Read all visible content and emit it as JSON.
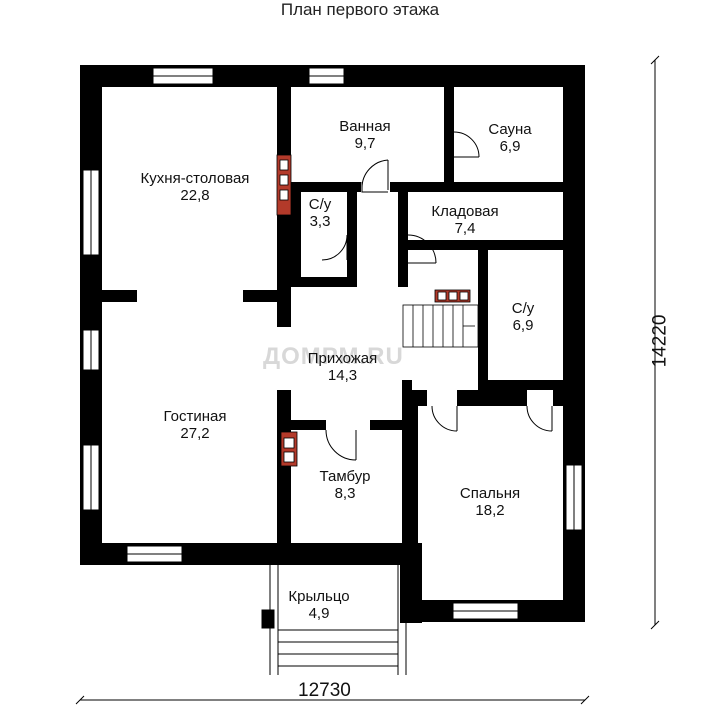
{
  "title": "План первого этажа",
  "rooms": {
    "kitchen": {
      "name": "Кухня-столовая",
      "area": "22,8"
    },
    "bathroom": {
      "name": "Ванная",
      "area": "9,7"
    },
    "sauna": {
      "name": "Сауна",
      "area": "6,9"
    },
    "wc_small": {
      "name": "С/у",
      "area": "3,3"
    },
    "storage": {
      "name": "Кладовая",
      "area": "7,4"
    },
    "wc_right": {
      "name": "С/у",
      "area": "6,9"
    },
    "hall": {
      "name": "Прихожая",
      "area": "14,3"
    },
    "living": {
      "name": "Гостиная",
      "area": "27,2"
    },
    "vestibule": {
      "name": "Тамбур",
      "area": "8,3"
    },
    "bedroom": {
      "name": "Спальня",
      "area": "18,2"
    },
    "porch": {
      "name": "Крыльцо",
      "area": "4,9"
    }
  },
  "dimensions": {
    "width": "12730",
    "height": "14220"
  },
  "watermark": "ДОМРМ.RU",
  "colors": {
    "wall": "#000000",
    "stove": "#b33a2a",
    "background": "#ffffff"
  }
}
